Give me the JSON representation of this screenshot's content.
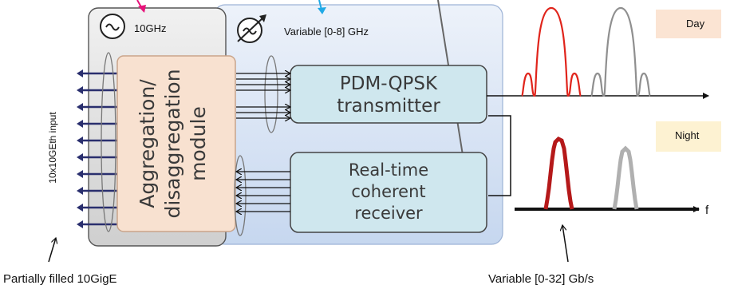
{
  "clock_fixed": {
    "label": "10GHz",
    "symbol": "~"
  },
  "clock_variable": {
    "label": "Variable [0-8] GHz",
    "symbol": "~"
  },
  "input_label": "10x10GEth input",
  "module": {
    "line1": "Aggregation/",
    "line2": "disaggregation",
    "line3": "module"
  },
  "transmitter": {
    "line1": "PDM-QPSK",
    "line2": "transmitter"
  },
  "receiver": {
    "line1": "Real-time",
    "line2": "coherent",
    "line3": "receiver"
  },
  "day_label": "Day",
  "night_label": "Night",
  "axis_label": "f",
  "bottom_left_label": "Partially filled 10GigE",
  "bottom_right_label": "Variable [0-32] Gb/s",
  "colors": {
    "fixed_box": "#e4e4e4",
    "variable_box": "#dbe6f5",
    "module_box": "#f8e1d0",
    "tx_rx_box": "#cfe7ee",
    "day_badge": "#fbe4d3",
    "night_badge": "#fdf2d2",
    "red": "#e0241b",
    "dark_red": "#b5191a",
    "grey": "#8f8f8f",
    "light_grey": "#b0b0b0",
    "magenta": "#e6137a",
    "cyan": "#20a9e6",
    "navy": "#2a2f6e"
  }
}
